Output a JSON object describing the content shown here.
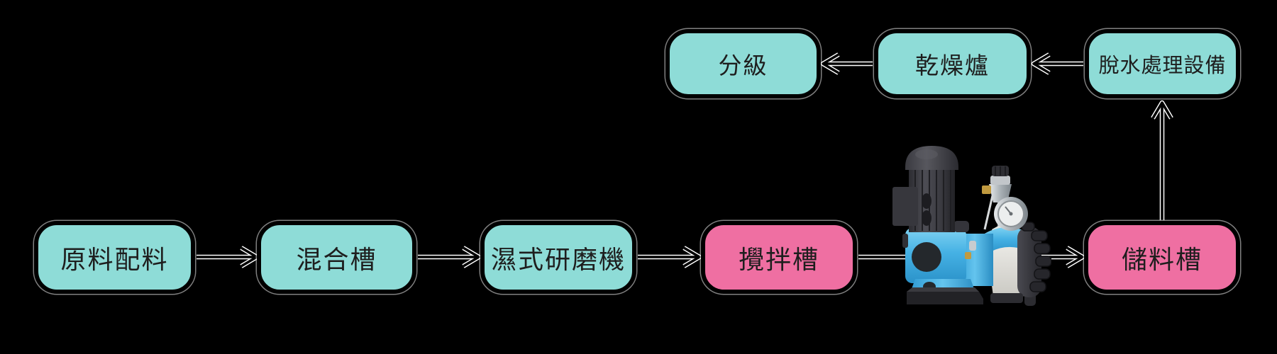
{
  "diagram": {
    "title": "slurry-process-flow",
    "background_color": "#000000",
    "colors": {
      "teal_fill": "#8EDCD7",
      "pink_fill": "#EF6FA2",
      "box_border": "#000000",
      "box_text": "#1E1E1E",
      "arrow_core": "#000000",
      "arrow_outline": "#FFFFFF"
    },
    "nodes": [
      {
        "id": "classification",
        "label": "分級",
        "color": "teal"
      },
      {
        "id": "drying-furnace",
        "label": "乾燥爐",
        "color": "teal"
      },
      {
        "id": "dewatering",
        "label": "脫水處理設備",
        "color": "teal"
      },
      {
        "id": "raw-material",
        "label": "原料配料",
        "color": "teal"
      },
      {
        "id": "mixing-tank",
        "label": "混合槽",
        "color": "teal"
      },
      {
        "id": "wet-grinder",
        "label": "濕式研磨機",
        "color": "teal"
      },
      {
        "id": "stirring-tank",
        "label": "攪拌槽",
        "color": "pink"
      },
      {
        "id": "storage-tank",
        "label": "儲料槽",
        "color": "pink"
      }
    ],
    "connections": [
      {
        "from": "原料配料",
        "to": "混合槽",
        "direction": "right",
        "head": true
      },
      {
        "from": "混合槽",
        "to": "濕式研磨機",
        "direction": "right",
        "head": true
      },
      {
        "from": "濕式研磨機",
        "to": "攪拌槽",
        "direction": "right",
        "head": true
      },
      {
        "from": "攪拌槽",
        "to": "diaphragm-pump",
        "direction": "right",
        "head": false
      },
      {
        "from": "diaphragm-pump",
        "to": "儲料槽",
        "direction": "right",
        "head": true
      },
      {
        "from": "儲料槽",
        "to": "脫水處理設備",
        "direction": "up",
        "head": true
      },
      {
        "from": "脫水處理設備",
        "to": "乾燥爐",
        "direction": "left",
        "head": true
      },
      {
        "from": "乾燥爐",
        "to": "分級",
        "direction": "left",
        "head": true
      }
    ],
    "equipment_image": {
      "id": "diaphragm-pump",
      "description": "diaphragm-metering-pump-3d-render"
    }
  }
}
